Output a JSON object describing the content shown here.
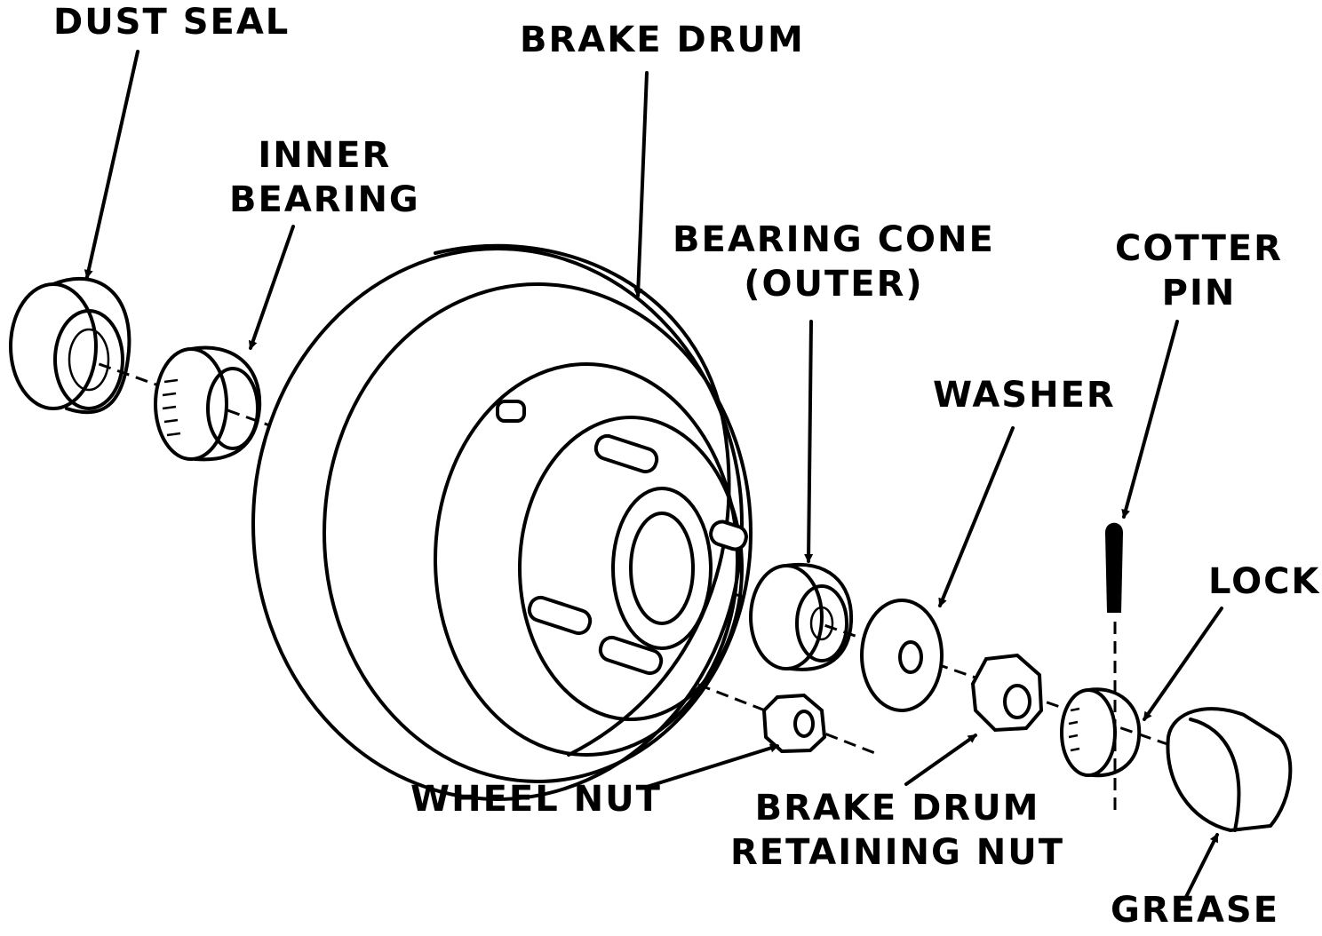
{
  "diagram": {
    "labels": {
      "dust_seal": "DUST SEAL",
      "brake_drum": "BRAKE DRUM",
      "inner_bearing_1": "INNER",
      "inner_bearing_2": "BEARING",
      "bearing_cone_1": "BEARING CONE",
      "bearing_cone_2": "(OUTER)",
      "cotter_pin_1": "COTTER",
      "cotter_pin_2": "PIN",
      "washer": "WASHER",
      "lock": "LOCK",
      "wheel_nut": "WHEEL NUT",
      "retaining_nut_1": "BRAKE DRUM",
      "retaining_nut_2": "RETAINING NUT",
      "grease": "GREASE"
    },
    "colors": {
      "ink": "#000000",
      "paper": "#ffffff"
    }
  }
}
